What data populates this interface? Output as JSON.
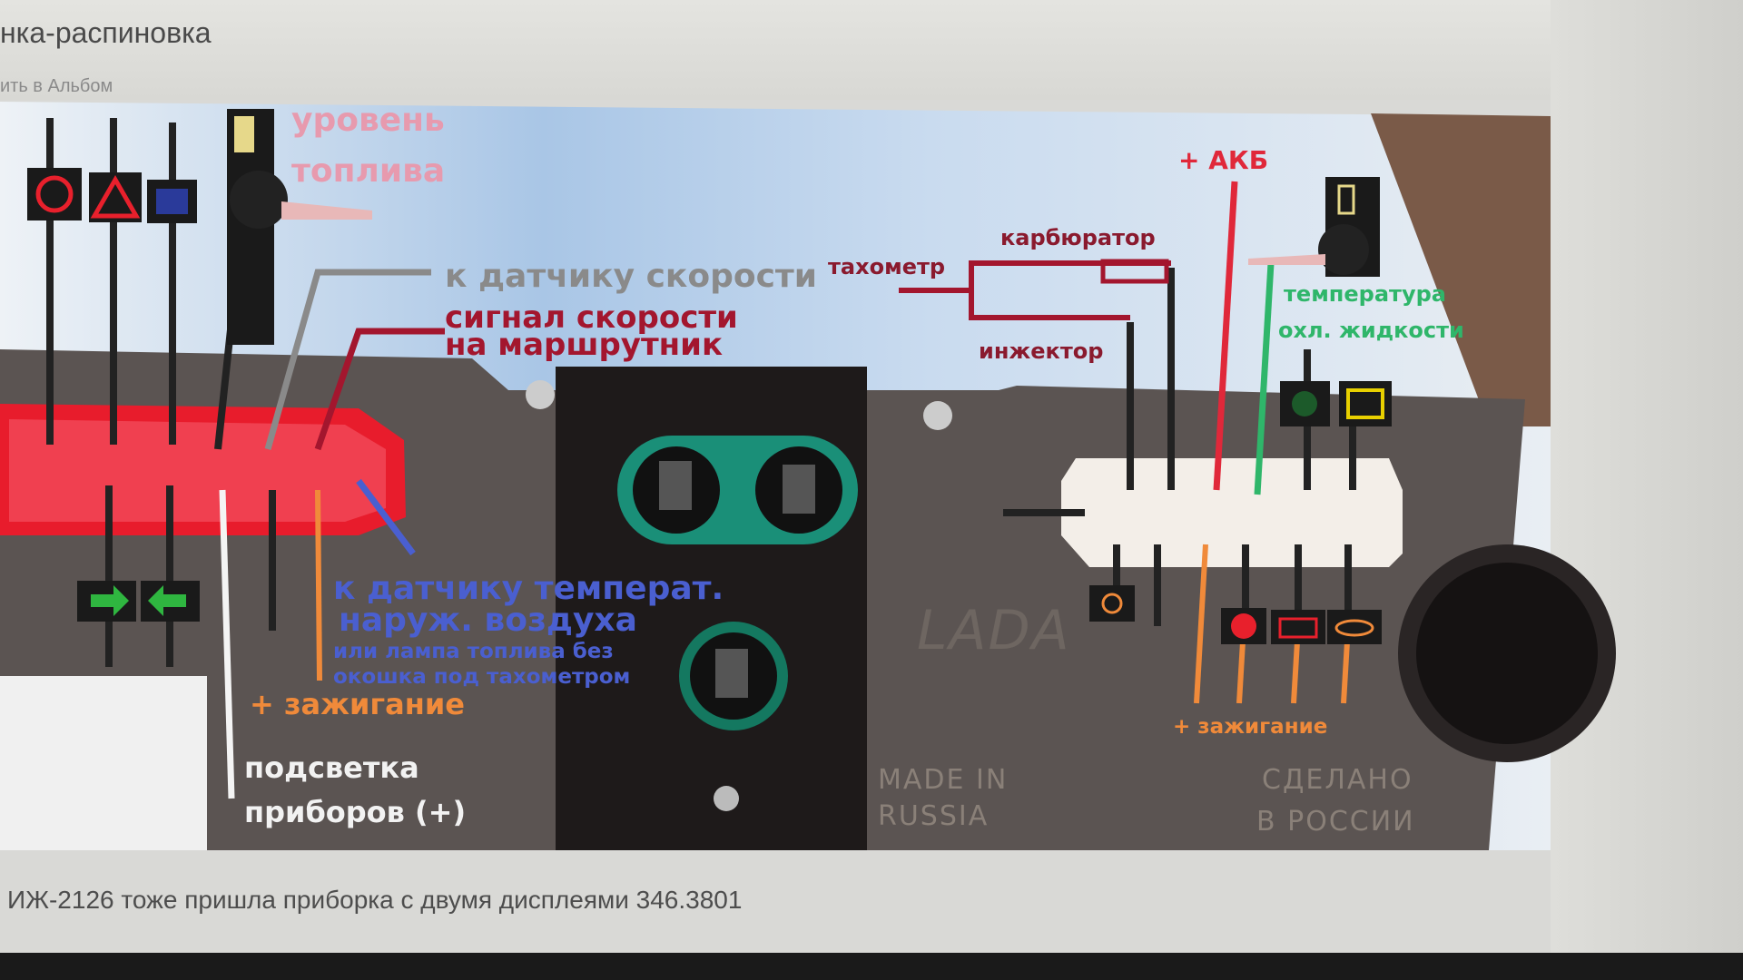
{
  "page": {
    "title": "нка-распиновка",
    "album_link": "ить в Альбом",
    "caption": "ИЖ-2126 тоже пришла приборка с двумя дисплеями 346.3801"
  },
  "diagram": {
    "fuel_level": [
      "уровень",
      "топлива"
    ],
    "speed_sensor": "к датчику скорости",
    "speed_signal": [
      "сигнал скорости",
      "на маршрутник"
    ],
    "battery_plus": "+ АКБ",
    "carburetor": "карбюратор",
    "tachometer": "тахометр",
    "injector": "инжектор",
    "coolant_temp": [
      "температура",
      "охл. жидкости"
    ],
    "outside_temp": [
      "к датчику температ.",
      "наруж. воздуха",
      "или лампа топлива без",
      "окошка под тахометром"
    ],
    "ignition_left": "+ зажигание",
    "backlight": [
      "подсветка",
      "приборов (+)"
    ],
    "ignition_right": "+ зажигание",
    "made_in": [
      "MADE IN",
      "RUSSIA"
    ],
    "made_in_ru": [
      "СДЕЛАНО",
      "В РОССИИ"
    ],
    "panel_logo": "LADA"
  },
  "colors": {
    "fuel": "#e79aae",
    "speed": "#8a8a8a",
    "signal": "#a3162e",
    "battery": "#e0283a",
    "temp": "#2fb66a",
    "blue": "#4a5fd0",
    "orange": "#f08a3a"
  }
}
